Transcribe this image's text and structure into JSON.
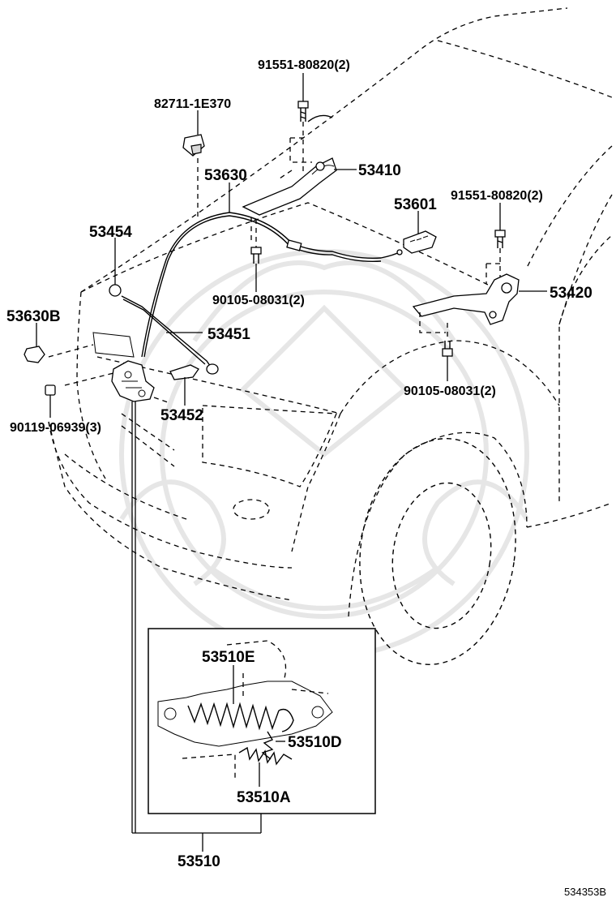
{
  "diagram": {
    "labels": {
      "p91551_top": "91551-80820(2)",
      "p82711": "82711-1E370",
      "p53630": "53630",
      "p53410": "53410",
      "p53601": "53601",
      "p91551_right": "91551-80820(2)",
      "p53454": "53454",
      "p90105_left": "90105-08031(2)",
      "p53420": "53420",
      "p53630B": "53630B",
      "p53451": "53451",
      "p90105_right": "90105-08031(2)",
      "p90119": "90119-06939(3)",
      "p53452": "53452",
      "p53510E": "53510E",
      "p53510D": "53510D",
      "p53510A": "53510A",
      "p53510": "53510"
    },
    "figure_code": "534353B"
  }
}
